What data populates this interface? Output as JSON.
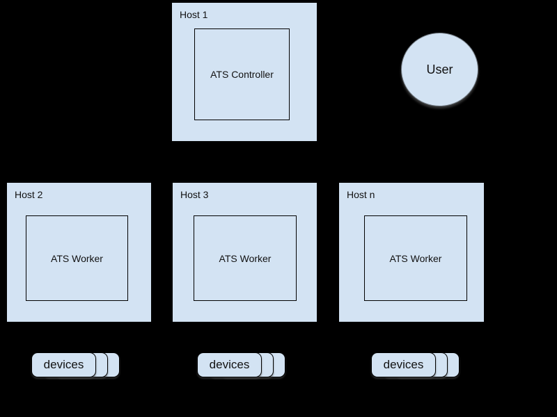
{
  "diagram": {
    "background_color": "#000000",
    "node_fill_color": "#d3e3f3",
    "node_stroke_color": "#000000",
    "controller_host": {
      "title": "Host 1",
      "component": "ATS Controller"
    },
    "user": {
      "label": "User"
    },
    "worker_hosts": [
      {
        "title": "Host 2",
        "component": "ATS Worker"
      },
      {
        "title": "Host 3",
        "component": "ATS Worker"
      },
      {
        "title": "Host n",
        "component": "ATS Worker"
      }
    ],
    "device_stacks": [
      {
        "label": "devices",
        "stack_count": 3
      },
      {
        "label": "devices",
        "stack_count": 3
      },
      {
        "label": "devices",
        "stack_count": 3
      }
    ]
  }
}
